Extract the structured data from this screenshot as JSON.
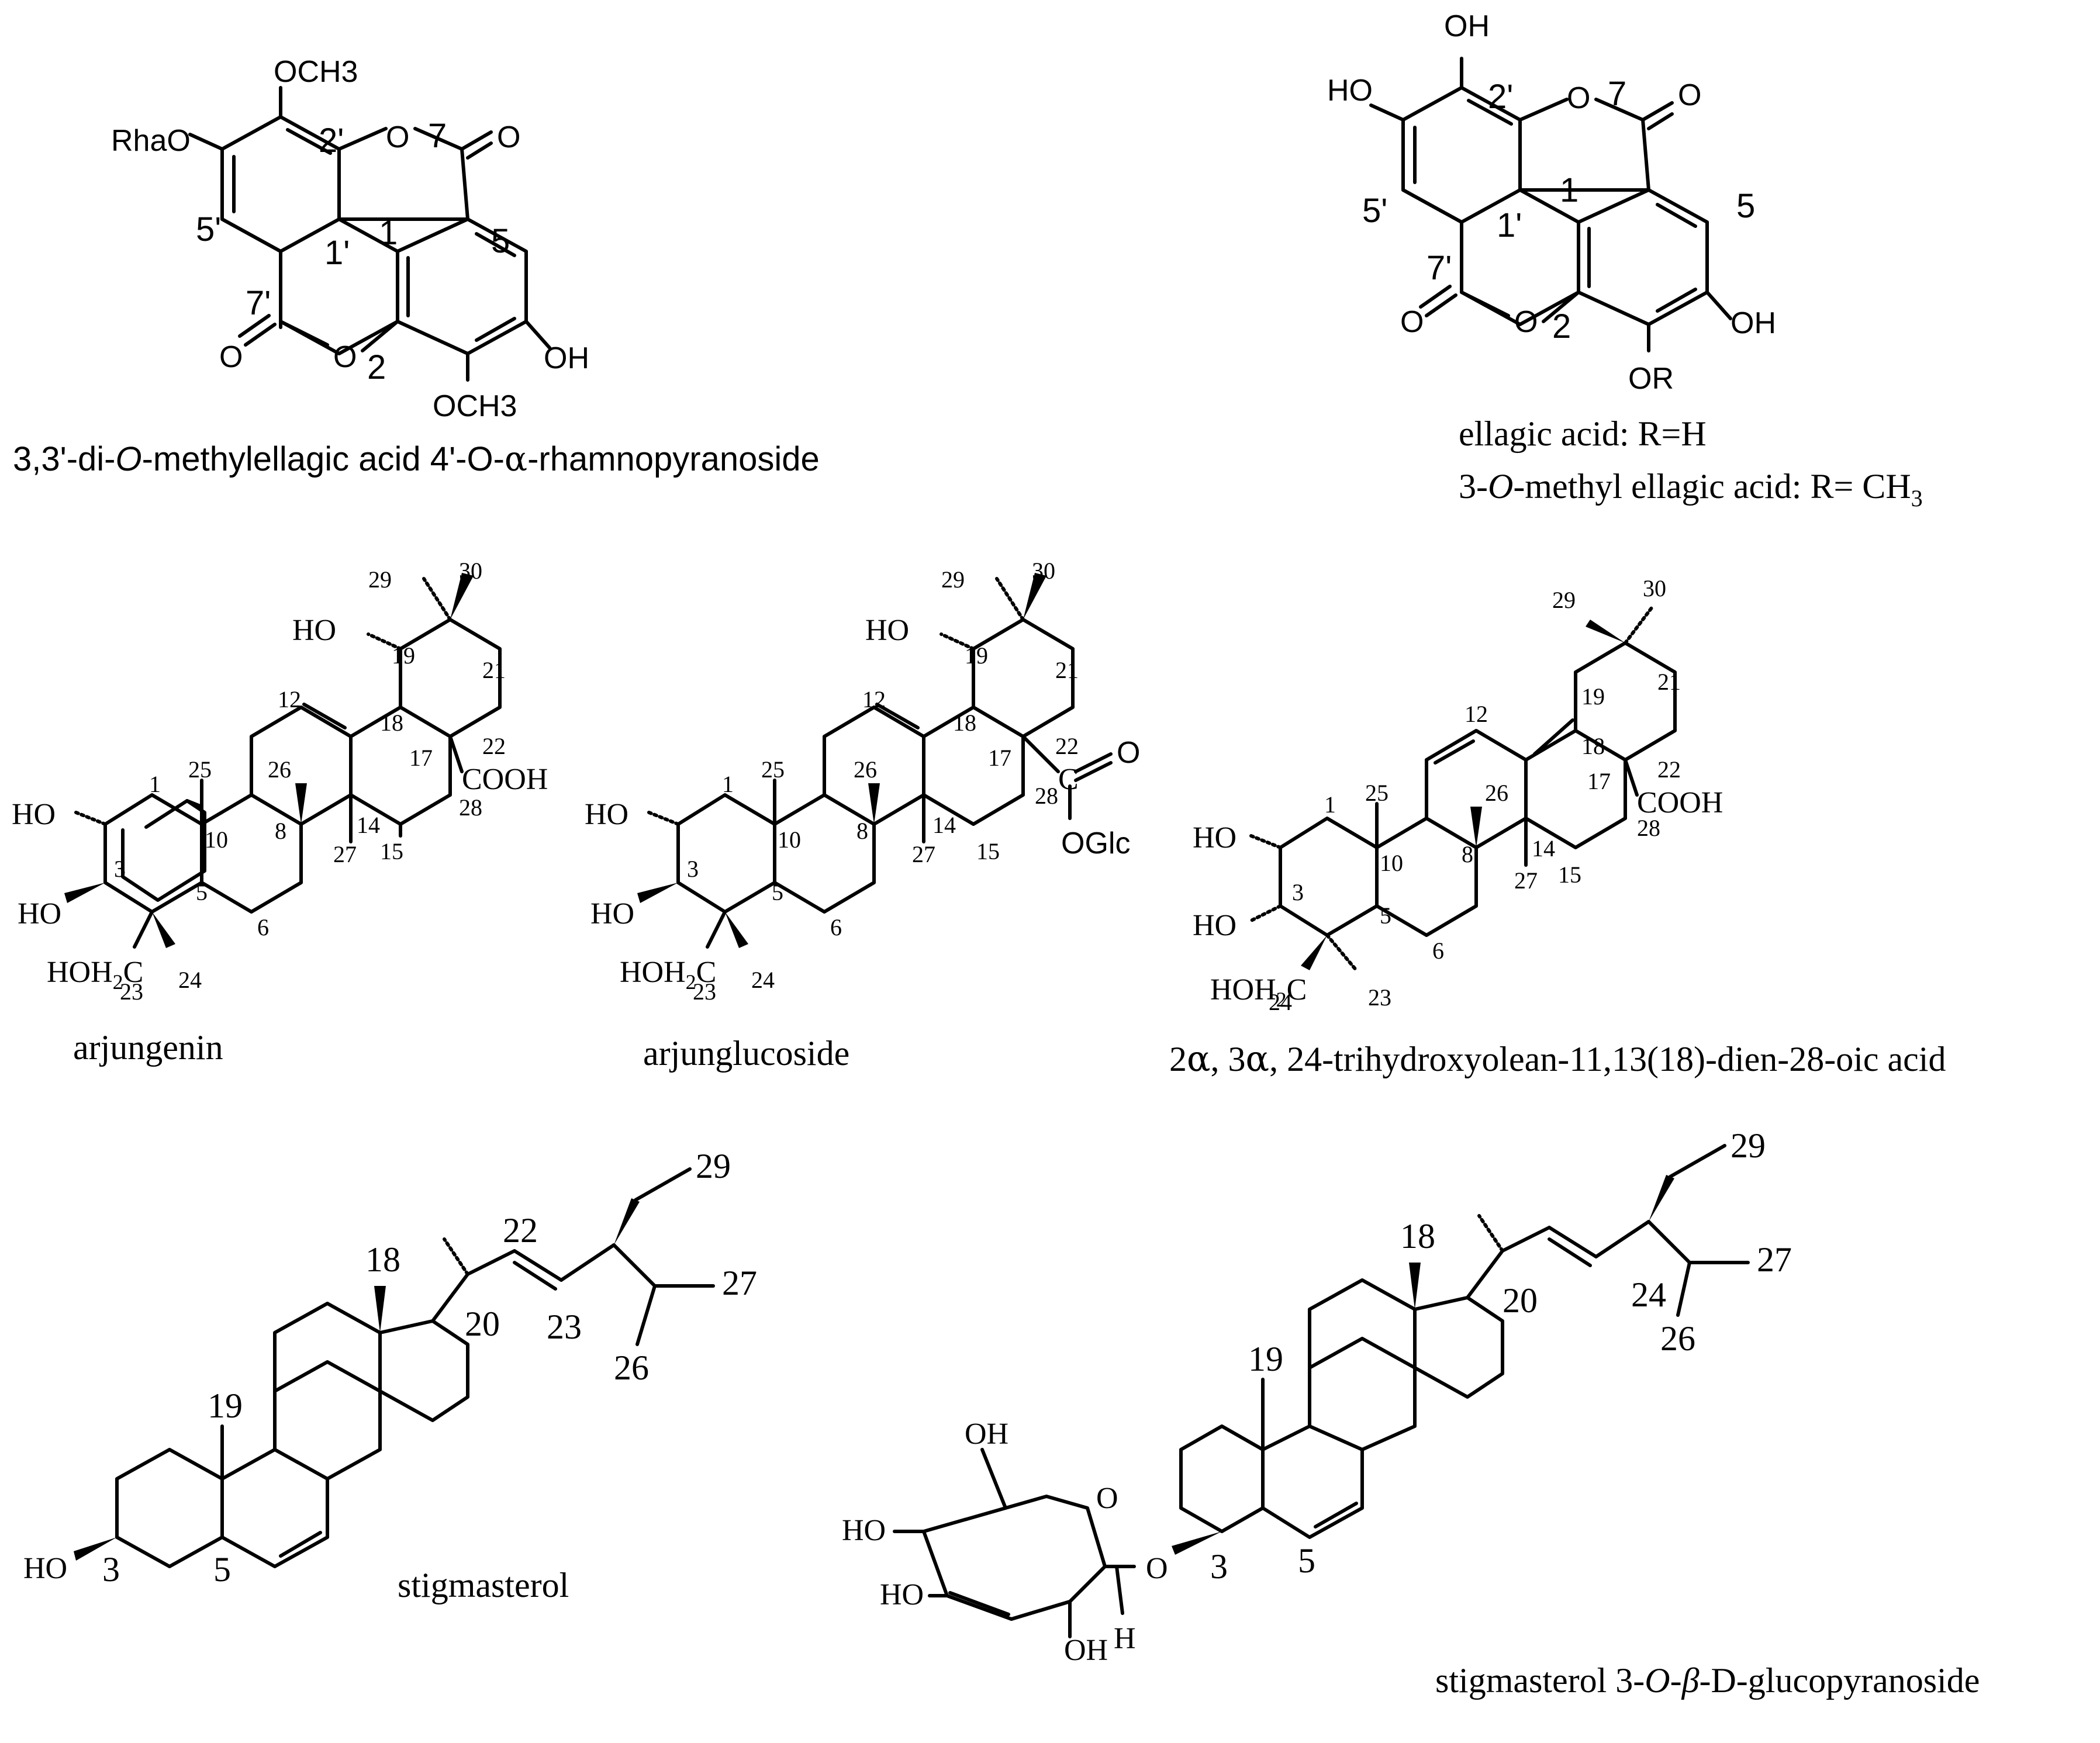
{
  "structures": [
    {
      "id": "dimethylellagic_rhamnoside",
      "caption_parts": [
        "3,3'-di-",
        "O",
        "-methylellagic acid 4'-O-",
        "α",
        "-rhamnopyranoside"
      ],
      "atoms": {
        "och3_top": "OCH3",
        "rhao": "RhaO",
        "ring_o1": "O",
        "ring_o2": "O",
        "carbonyl_o1": "O",
        "carbonyl_o2": "O",
        "oh": "OH",
        "och3_bottom": "OCH3"
      },
      "locants": [
        "2'",
        "7",
        "1",
        "5",
        "5'",
        "1'",
        "7'",
        "2"
      ]
    },
    {
      "id": "ellagic_acid",
      "caption_line1": "ellagic acid: R=H",
      "caption_line2_parts": [
        "3-",
        "O",
        "-methyl ellagic acid: R= CH",
        "3"
      ],
      "atoms": {
        "oh_top": "OH",
        "ho_left": "HO",
        "ring_o1": "O",
        "ring_o2": "O",
        "carbonyl_o1": "O",
        "carbonyl_o2": "O",
        "oh_right": "OH",
        "or": "OR"
      },
      "locants": [
        "2'",
        "7",
        "1",
        "5",
        "5'",
        "1'",
        "7'",
        "2"
      ]
    },
    {
      "id": "arjungenin",
      "caption": "arjungenin",
      "atoms": {
        "ho19": "HO",
        "ho2": "HO",
        "ho3": "HO",
        "hoh2c": "HOH",
        "hoh2c_sub": "2",
        "hoh2c_c": "C",
        "cooh": "COOH"
      },
      "locants": [
        "29",
        "30",
        "21",
        "19",
        "12",
        "18",
        "22",
        "25",
        "26",
        "17",
        "28",
        "1",
        "10",
        "8",
        "14",
        "15",
        "3",
        "5",
        "27",
        "6",
        "23",
        "24"
      ]
    },
    {
      "id": "arjunglucoside",
      "caption": "arjunglucoside",
      "atoms": {
        "ho19": "HO",
        "ho2": "HO",
        "ho3": "HO",
        "hoh2c": "HOH",
        "hoh2c_sub": "2",
        "hoh2c_c": "C",
        "c_ester": "C",
        "o_ester": "O",
        "oglc": "OGlc"
      },
      "locants": [
        "29",
        "30",
        "21",
        "19",
        "12",
        "18",
        "22",
        "25",
        "26",
        "17",
        "28",
        "1",
        "10",
        "8",
        "14",
        "15",
        "3",
        "5",
        "27",
        "6",
        "23",
        "24"
      ]
    },
    {
      "id": "trihydroxyolean_dienoic",
      "caption_parts": [
        "2",
        "α",
        ", 3",
        "α",
        ", 24-trihydroxyolean-11,13(18)-dien-28-oic acid"
      ],
      "atoms": {
        "ho2": "HO",
        "ho3": "HO",
        "hoh2c": "HOH",
        "hoh2c_sub": "2",
        "hoh2c_c": "C",
        "cooh": "COOH"
      },
      "locants": [
        "29",
        "30",
        "21",
        "19",
        "12",
        "18",
        "22",
        "25",
        "26",
        "17",
        "28",
        "1",
        "10",
        "8",
        "14",
        "15",
        "3",
        "5",
        "27",
        "6",
        "24",
        "23"
      ]
    },
    {
      "id": "stigmasterol",
      "caption": "stigmasterol",
      "atoms": {
        "ho": "HO"
      },
      "locants": [
        "29",
        "22",
        "18",
        "20",
        "23",
        "27",
        "19",
        "26",
        "3",
        "5"
      ]
    },
    {
      "id": "stigmasterol_glucoside",
      "caption_parts": [
        "stigmasterol 3-",
        "O",
        "-",
        "β",
        "-D-glucopyranoside"
      ],
      "atoms": {
        "oh6": "OH",
        "ho4": "HO",
        "ho3": "HO",
        "oh2": "OH",
        "ring_o": "O",
        "glyco_o": "O",
        "h": "H"
      },
      "locants": [
        "29",
        "18",
        "20",
        "24",
        "27",
        "19",
        "26",
        "3",
        "5"
      ]
    }
  ]
}
